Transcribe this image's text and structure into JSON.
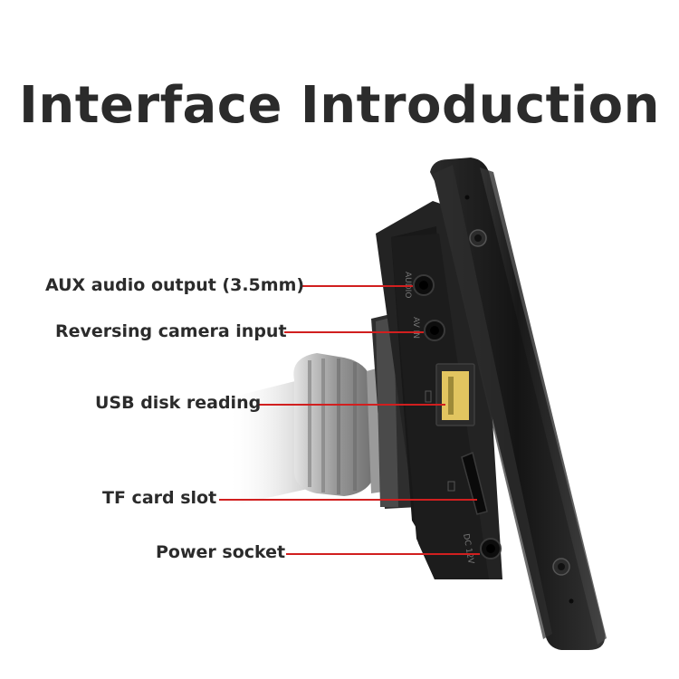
{
  "title": "Interface Introduction",
  "callouts": [
    {
      "label": "AUX audio output (3.5mm)",
      "port_text": "AUDIO"
    },
    {
      "label": "Reversing camera input",
      "port_text": "AV IN"
    },
    {
      "label": "USB disk reading",
      "port_text": ""
    },
    {
      "label": "TF card slot",
      "port_text": ""
    },
    {
      "label": "Power socket",
      "port_text": "DC 12V"
    }
  ],
  "colors": {
    "callout_line": "#d11f1f",
    "device_body": "#1e1e1e",
    "mount": "#8a8a8a"
  }
}
